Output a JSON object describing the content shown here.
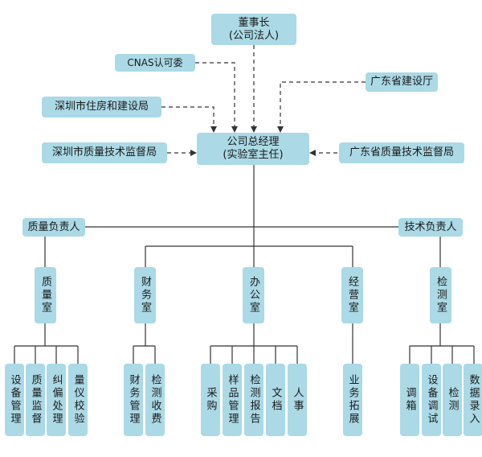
{
  "org": {
    "chairman": "董事长\n(公司法人)",
    "gm": "公司总经理\n(实验室主任)",
    "cnas": "CNAS认可委",
    "gd_construction": "广东省建设厅",
    "sz_housing": "深圳市住房和建设局",
    "sz_quality": "深圳市质量技术监督局",
    "gd_quality": "广东省质量技术监督局",
    "quality_lead": "质量负责人",
    "tech_lead": "技术负责人",
    "departments": {
      "quality": "质量室",
      "finance": "财务室",
      "office": "办公室",
      "business": "经营室",
      "testing": "检测室"
    },
    "tasks": {
      "quality": [
        "设备管理",
        "质量监督",
        "纠偏处理",
        "量仪校验"
      ],
      "finance": [
        "财务管理",
        "检测收费"
      ],
      "office": [
        "采购",
        "样品管理",
        "检测报告",
        "文档",
        "人事"
      ],
      "business": [
        "业务拓展"
      ],
      "testing": [
        "调箱",
        "设备调试",
        "检测",
        "数据录入"
      ]
    }
  }
}
